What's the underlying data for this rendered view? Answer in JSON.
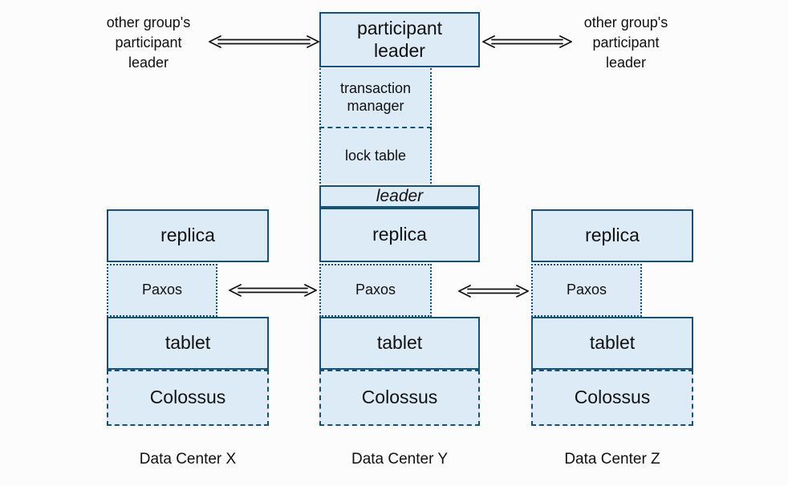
{
  "notes": {
    "left": "other group's\nparticipant\nleader",
    "right": "other group's\nparticipant\nleader"
  },
  "center_stack": {
    "participant_leader": "participant\nleader",
    "transaction_manager": "transaction\nmanager",
    "lock_table": "lock table",
    "leader": "leader"
  },
  "columns": [
    {
      "replica": "replica",
      "paxos": "Paxos",
      "tablet": "tablet",
      "colossus": "Colossus",
      "datacenter": "Data Center X"
    },
    {
      "replica": "replica",
      "paxos": "Paxos",
      "tablet": "tablet",
      "colossus": "Colossus",
      "datacenter": "Data Center Y"
    },
    {
      "replica": "replica",
      "paxos": "Paxos",
      "tablet": "tablet",
      "colossus": "Colossus",
      "datacenter": "Data Center Z"
    }
  ],
  "colors": {
    "box_fill": "#ddebf7",
    "box_border": "#15527b",
    "text": "#111111",
    "arrow": "#111111",
    "background": "#fcfcfc"
  }
}
